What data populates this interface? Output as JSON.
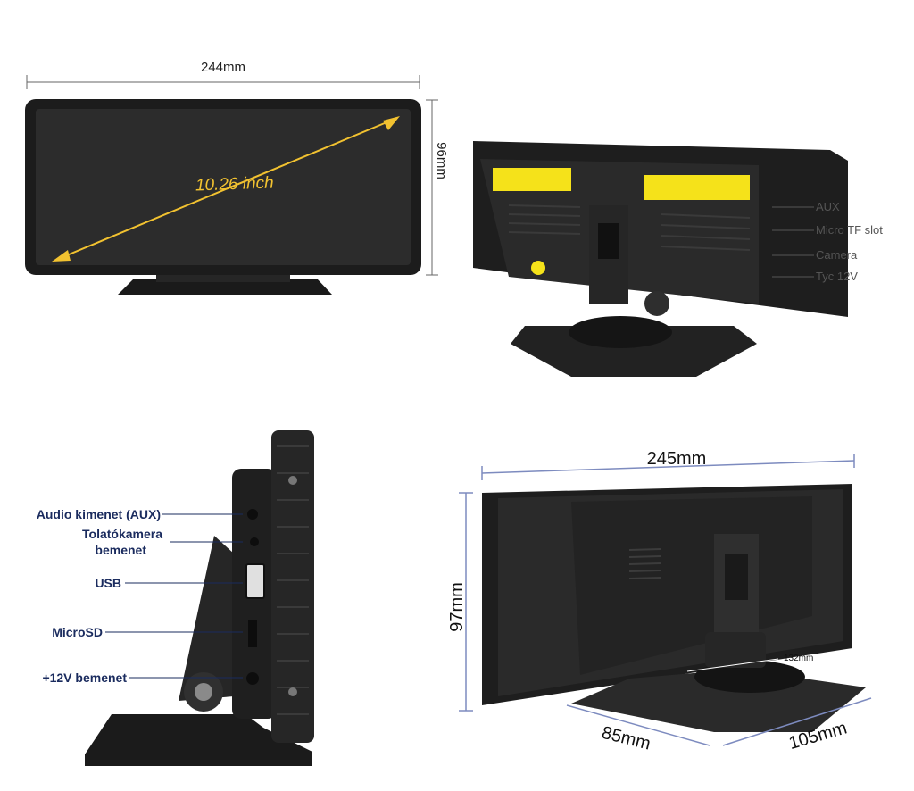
{
  "front_view": {
    "width_label": "244mm",
    "height_label": "96mm",
    "diagonal_label": "10.26 inch"
  },
  "rear_view": {
    "ports": [
      {
        "label": "AUX"
      },
      {
        "label": "Micro TF slot"
      },
      {
        "label": "Camera"
      },
      {
        "label": "Tyc 12V"
      }
    ]
  },
  "side_view": {
    "ports": [
      {
        "label": "Audio kimenet (AUX)"
      },
      {
        "label_line1": "Tolatókamera",
        "label_line2": "bemenet"
      },
      {
        "label": "USB"
      },
      {
        "label": "MicroSD"
      },
      {
        "label": "+12V bemenet"
      }
    ]
  },
  "back_view": {
    "width_label": "245mm",
    "height_label": "97mm",
    "stand_label": "132mm",
    "depth_label": "85mm",
    "base_label": "105mm"
  },
  "colors": {
    "accent_arrow": "#f2c230",
    "dimension_line": "#7d8bbf",
    "label_navy": "#1a2b5e",
    "device_body": "#1c1c1c"
  }
}
